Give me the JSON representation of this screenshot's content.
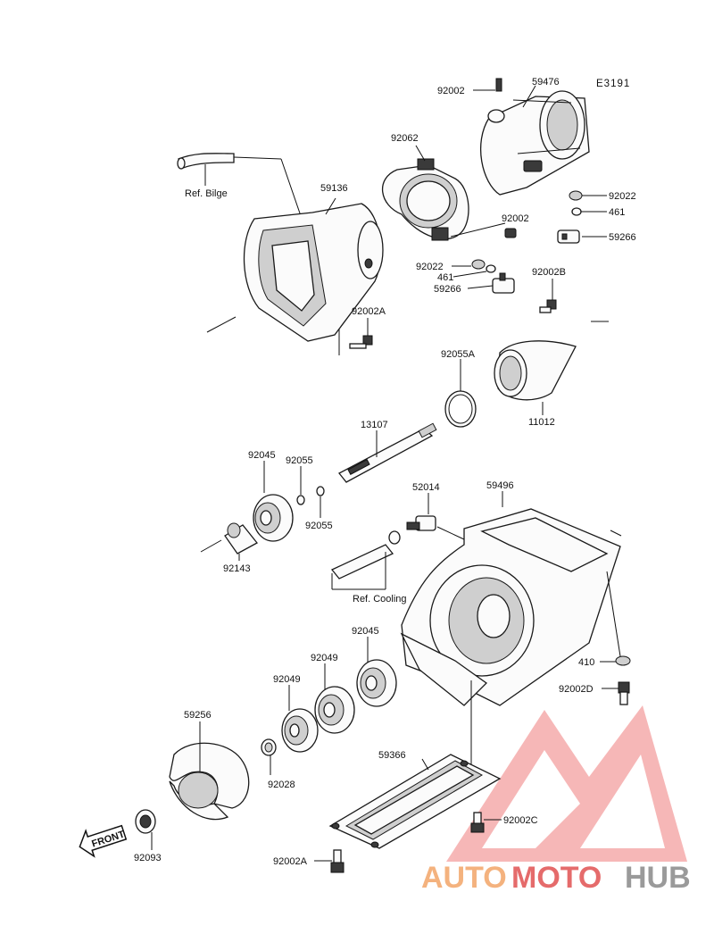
{
  "diagram": {
    "code": "E3191",
    "front_label": "FRONT",
    "labels": {
      "p92002_top": "92002",
      "p59476": "59476",
      "p92062": "92062",
      "p92022_r": "92022",
      "p461_r": "461",
      "p92002_mid": "92002",
      "p59266_r": "59266",
      "ref_bilge": "Ref. Bilge",
      "p59136": "59136",
      "p92022_l": "92022",
      "p461_l": "461",
      "p59266_l": "59266",
      "p92002b": "92002B",
      "p92002a_top": "92002A",
      "p92055a": "92055A",
      "p11012": "11012",
      "p13107": "13107",
      "p92045_top": "92045",
      "p92055_a": "92055",
      "p92055_b": "92055",
      "p52014": "52014",
      "p59496": "59496",
      "p92143": "92143",
      "ref_cooling": "Ref. Cooling",
      "p92045_bot": "92045",
      "p92049_a": "92049",
      "p92049_b": "92049",
      "p410": "410",
      "p92002d": "92002D",
      "p59256": "59256",
      "p92028": "92028",
      "p59366": "59366",
      "p92002c": "92002C",
      "p92093": "92093",
      "p92002a_bot": "92002A"
    }
  },
  "watermark": {
    "part1": "AUTO",
    "part2": "MOTO",
    "part3": "HUB",
    "colors": {
      "auto": "#f4b27e",
      "moto": "#e56b6b",
      "hub": "#9a9a9a",
      "logo": "#f28b8b"
    }
  }
}
